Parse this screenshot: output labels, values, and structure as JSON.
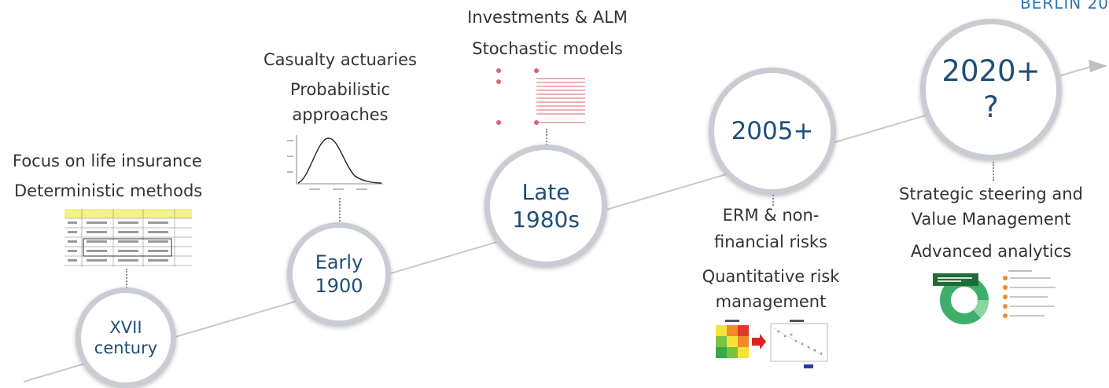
{
  "corner_text": "BERLIN 20",
  "milestones": [
    {
      "id": "xvii",
      "label_lines": [
        "XVII",
        "century"
      ],
      "captions": [
        "Focus on life insurance",
        "Deterministic methods"
      ]
    },
    {
      "id": "early",
      "label_lines": [
        "Early",
        "1900"
      ],
      "captions": [
        "Casualty actuaries",
        "Probabilistic",
        "approaches"
      ]
    },
    {
      "id": "late",
      "label_lines": [
        "Late",
        "1980s"
      ],
      "captions": [
        "Investments & ALM",
        "Stochastic models"
      ]
    },
    {
      "id": "y2005",
      "label_lines": [
        "2005+"
      ],
      "captions": [
        "ERM & non-",
        "financial risks",
        "Quantitative risk",
        "management"
      ]
    },
    {
      "id": "y2020",
      "label_lines": [
        "2020+",
        "?"
      ],
      "captions": [
        "Strategic steering and",
        "Value Management",
        "Advanced analytics"
      ]
    }
  ],
  "colors": {
    "timeline": "#c8c8c8",
    "circle_border": "#c9ccd3",
    "circle_text": "#1f4e79",
    "accent": "#2e75b6"
  }
}
